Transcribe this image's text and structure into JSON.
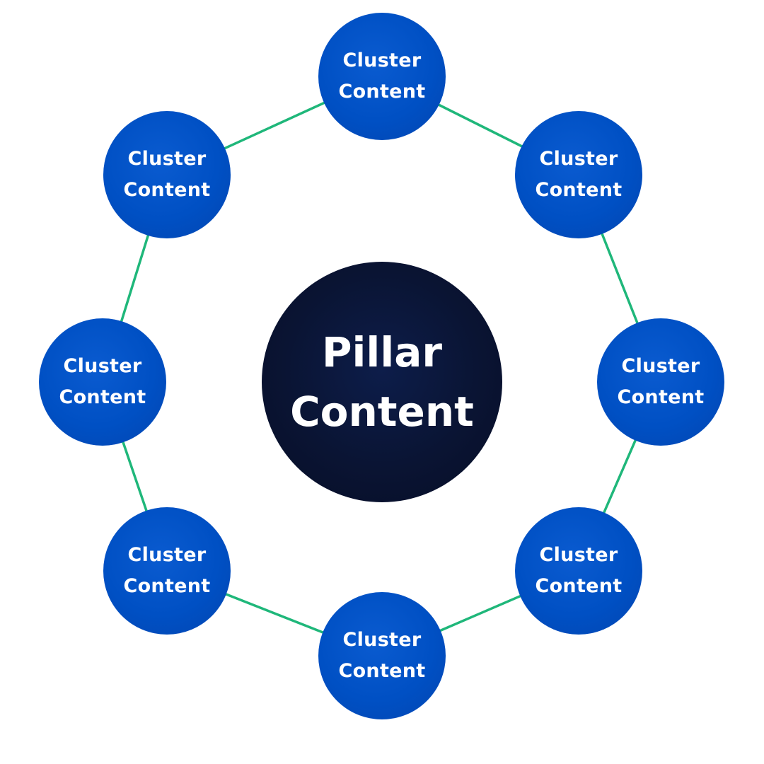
{
  "diagram": {
    "colors": {
      "background": "#ffffff",
      "cluster_fill": "#0050c4",
      "pillar_fill": "#0a1433",
      "text": "#ffffff",
      "connector": "#1fb77a"
    },
    "pillar": {
      "line1": "Pillar",
      "line2": "Content"
    },
    "clusters": [
      {
        "line1": "Cluster",
        "line2": "Content"
      },
      {
        "line1": "Cluster",
        "line2": "Content"
      },
      {
        "line1": "Cluster",
        "line2": "Content"
      },
      {
        "line1": "Cluster",
        "line2": "Content"
      },
      {
        "line1": "Cluster",
        "line2": "Content"
      },
      {
        "line1": "Cluster",
        "line2": "Content"
      },
      {
        "line1": "Cluster",
        "line2": "Content"
      },
      {
        "line1": "Cluster",
        "line2": "Content"
      }
    ]
  }
}
